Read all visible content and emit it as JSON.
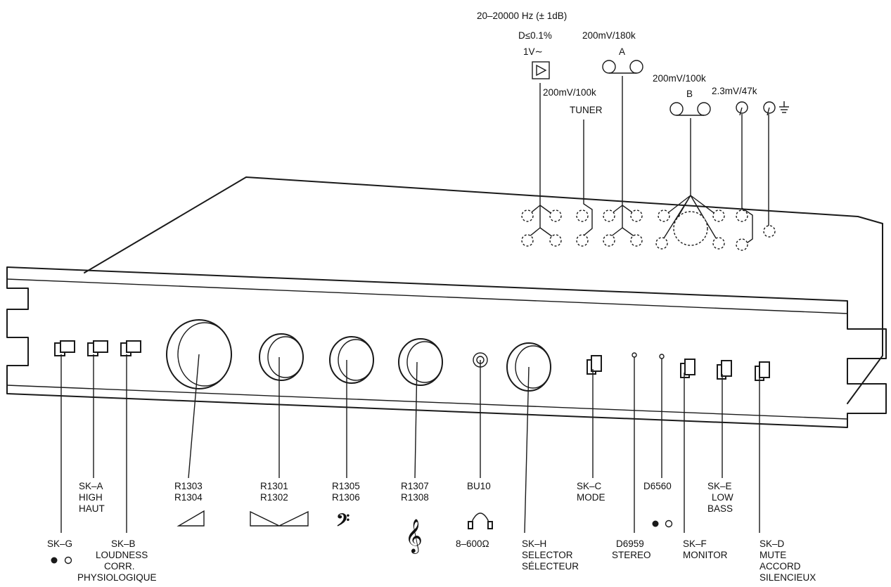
{
  "rear_labels": {
    "freq": "20–20000 Hz (± 1dB)",
    "distortion": "D≤0.1%",
    "output_level": "1V∼",
    "tape_a_spec": "200mV/180k",
    "tape_a_name": "A",
    "tuner_spec": "200mV/100k",
    "tuner_name": "TUNER",
    "tape_b_spec": "200mV/100k",
    "tape_b_name": "B",
    "phono_spec": "2.3mV/47k"
  },
  "front_labels": {
    "skg_name": "SK–G",
    "ska_l1": "SK–A",
    "ska_l2": "HIGH",
    "ska_l3": "HAUT",
    "skb_l1": "SK–B",
    "skb_l2": "LOUDNESS",
    "skb_l3": "CORR.",
    "skb_l4": "PHYSIOLOGIQUE",
    "vol_l1": "R1303",
    "vol_l2": "R1304",
    "bal_l1": "R1301",
    "bal_l2": "R1302",
    "bass_l1": "R1305",
    "bass_l2": "R1306",
    "treble_l1": "R1307",
    "treble_l2": "R1308",
    "bu_l1": "BU10",
    "bu_l2": "8–600Ω",
    "skh_l1": "SK–H",
    "skh_l2": "SELECTOR",
    "skh_l3": "SÉLECTEUR",
    "skc_l1": "SK–C",
    "skc_l2": "MODE",
    "d6959_l1": "D6959",
    "d6959_l2": "STEREO",
    "d6560_l1": "D6560",
    "skf_l1": "SK–F",
    "skf_l2": "MONITOR",
    "ske_l1": "SK–E",
    "ske_l2": "LOW",
    "ske_l3": "BASS",
    "skd_l1": "SK–D",
    "skd_l2": "MUTE",
    "skd_l3": "ACCORD",
    "skd_l4": "SILENCIEUX"
  }
}
